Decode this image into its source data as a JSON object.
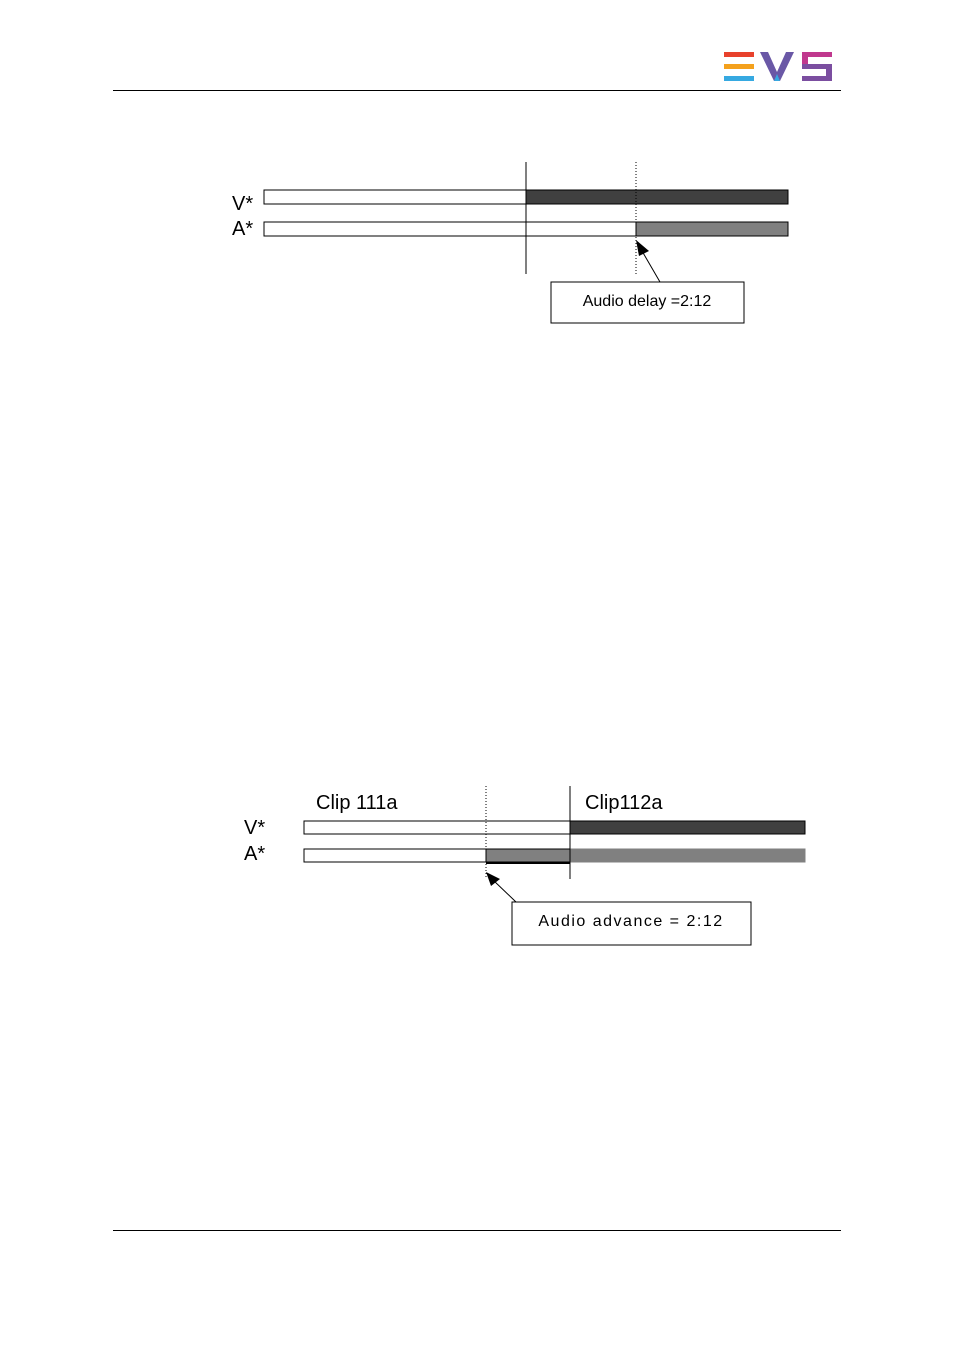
{
  "header": {
    "logo": {
      "name": "evs-logo",
      "colors": [
        "#e8412c",
        "#f4a11d",
        "#36a9e1",
        "#6a58a6",
        "#c0388e",
        "#7b4ea0"
      ]
    }
  },
  "figure_delay": {
    "video_track_label": "V*",
    "audio_track_label": "A*",
    "callout": "Audio delay =2:12",
    "colors": {
      "video_fill": "#404040",
      "audio_fill": "#808080",
      "empty_fill": "#ffffff"
    }
  },
  "figure_advance": {
    "clip_left_label": "Clip 111a",
    "clip_right_label": "Clip112a",
    "video_track_label": "V*",
    "audio_track_label": "A*",
    "callout": "Audio advance = 2:12",
    "colors": {
      "video_fill": "#404040",
      "audio_fill": "#808080",
      "empty_fill": "#ffffff"
    }
  }
}
